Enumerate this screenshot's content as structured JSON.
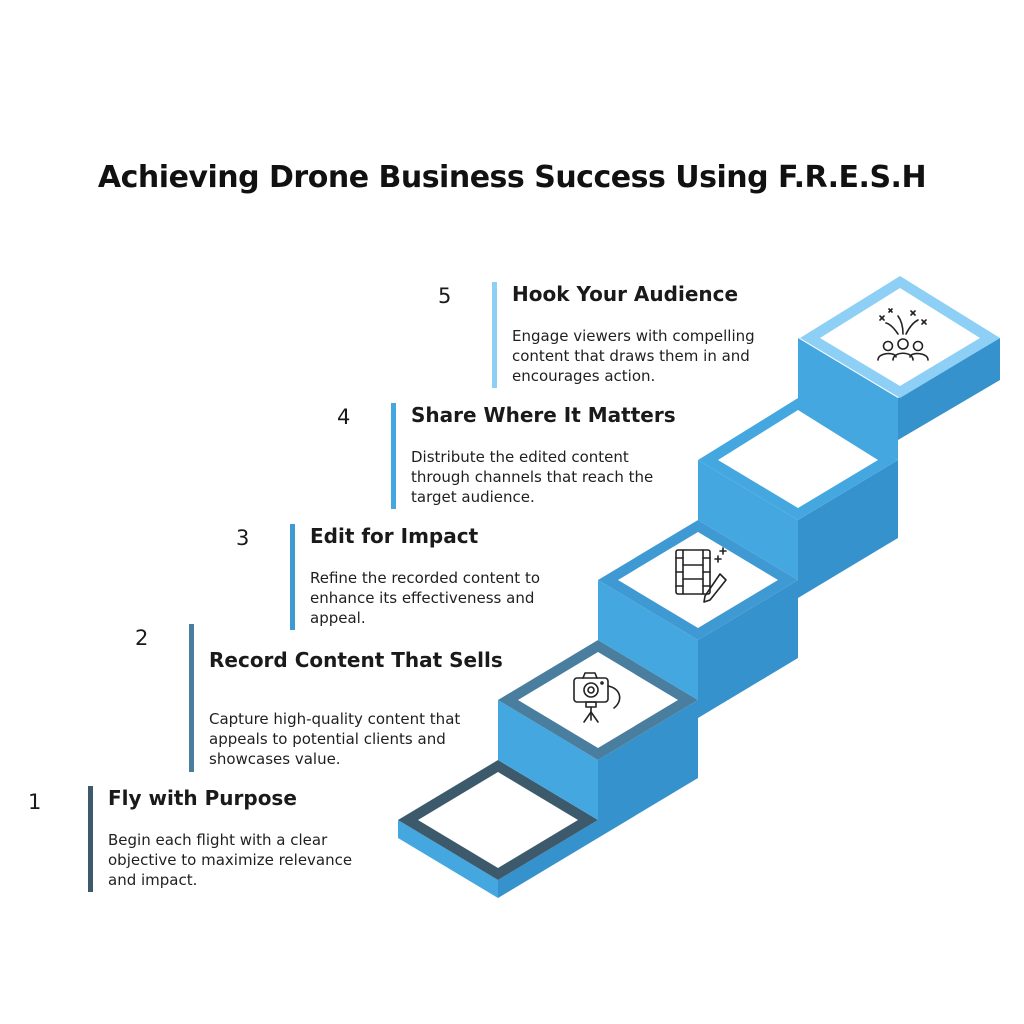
{
  "title": "Achieving Drone Business Success Using F.R.E.S.H",
  "colors": {
    "face": "#45a7e0",
    "side": "#3692cc",
    "step1": "#3c5a6c",
    "step2": "#4a7e9e",
    "step3": "#3f9ad4",
    "step4": "#45a7e0",
    "step5": "#8ecff5"
  },
  "steps": [
    {
      "number": "1",
      "heading": "Fly with Purpose",
      "description": "Begin each flight with a clear objective to maximize relevance and impact.",
      "icon": "none"
    },
    {
      "number": "2",
      "heading": "Record Content That Sells",
      "description": "Capture high-quality content that appeals to potential clients and showcases value.",
      "icon": "camera-on-tripod-icon"
    },
    {
      "number": "3",
      "heading": "Edit for Impact",
      "description": "Refine the recorded content to enhance its effectiveness and appeal.",
      "icon": "film-strip-with-pen-icon"
    },
    {
      "number": "4",
      "heading": "Share Where It Matters",
      "description": "Distribute the edited content through channels that reach the target audience.",
      "icon": "none"
    },
    {
      "number": "5",
      "heading": "Hook Your Audience",
      "description": "Engage viewers with compelling content that draws them in and encourages action.",
      "icon": "audience-celebration-icon"
    }
  ]
}
